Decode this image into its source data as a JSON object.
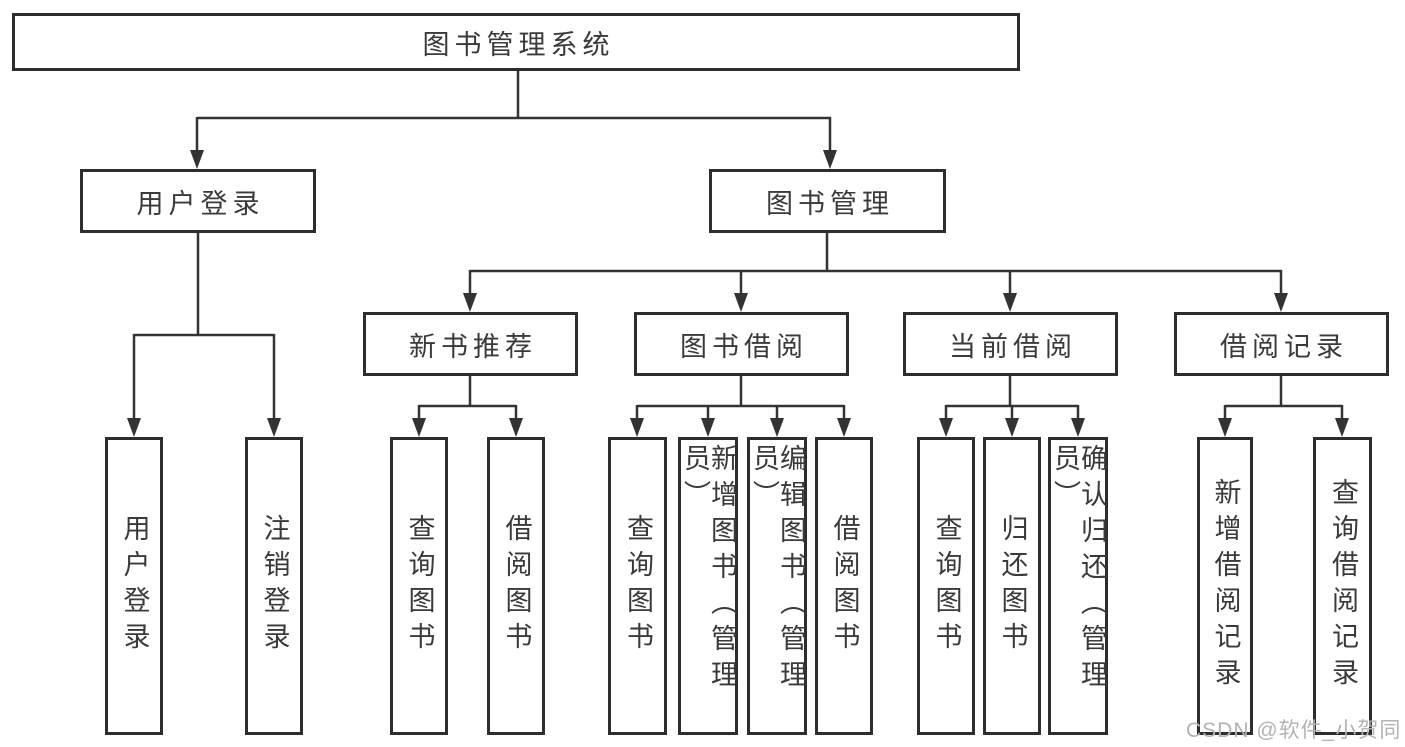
{
  "diagram_title": "图书管理系统",
  "nodes": {
    "root": "图书管理系统",
    "user_login": "用户登录",
    "book_mgmt": "图书管理",
    "new_book_rec": "新书推荐",
    "book_borrow": "图书借阅",
    "current_borrow": "当前借阅",
    "borrow_records": "借阅记录",
    "ul_login": "用户登录",
    "ul_logout": "注销登录",
    "nbr_query": "查询图书",
    "nbr_borrow": "借阅图书",
    "bb_query": "查询图书",
    "bb_add": "新增图书（管理员）",
    "bb_edit": "编辑图书（管理员）",
    "bb_borrow": "借阅图书",
    "cb_query": "查询图书",
    "cb_return": "归还图书",
    "cb_confirm": "确认归还（管理员）",
    "br_add": "新增借阅记录",
    "br_query": "查询借阅记录"
  },
  "colors": {
    "line": "#333333",
    "border": "#2d2d2d",
    "text": "#3a3a3a",
    "background": "#ffffff",
    "watermark": "#b3b3b3"
  },
  "watermark": "CSDN @软件_小贺同学"
}
